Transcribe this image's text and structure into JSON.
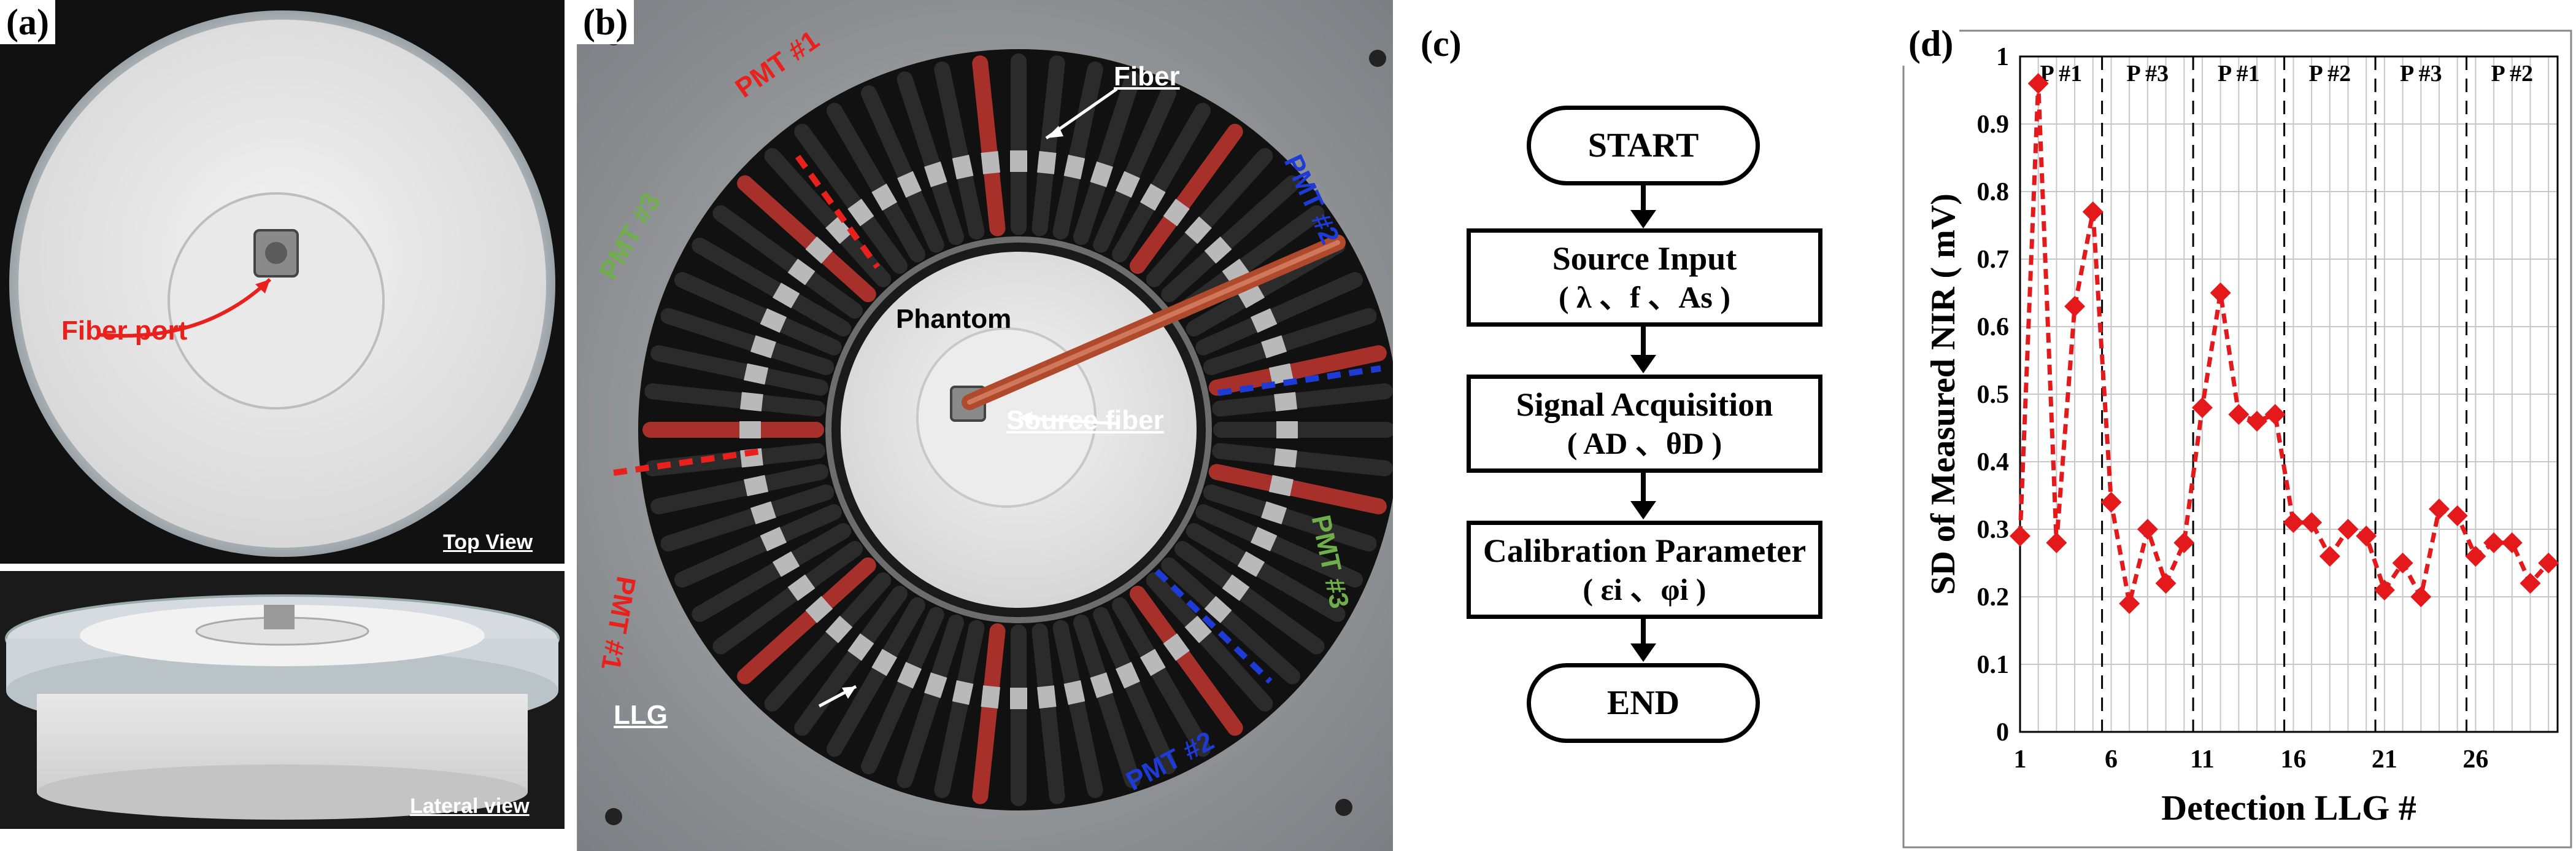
{
  "panels": {
    "a": {
      "label": "(a)",
      "top_view_label": "Top View",
      "lateral_view_label": "Lateral view",
      "fiber_port_label": "Fiber port"
    },
    "b": {
      "label": "(b)",
      "pmt_labels": {
        "pmt1_top": "PMT #1",
        "pmt3_left": "PMT #3",
        "pmt2_right": "PMT #2",
        "pmt3_right": "PMT #3",
        "pmt1_left": "PMT #1",
        "pmt2_bottom": "PMT #2"
      },
      "fiber_label": "Fiber",
      "phantom_label": "Phantom",
      "source_fiber_label": "Source fiber",
      "llg_label": "LLG"
    },
    "c": {
      "label": "(c)",
      "start": "START",
      "source_input": "Source Input",
      "source_input_params": "( λ 、f 、As )",
      "signal_acquisition": "Signal Acquisition",
      "signal_acquisition_params": "( AD 、θD )",
      "calibration_parameter": "Calibration Parameter",
      "calibration_parameter_params": "( εi 、φi )",
      "end": "END"
    },
    "d": {
      "label": "(d)"
    }
  },
  "colors": {
    "red": "#e8211d",
    "blue": "#1f3bd6",
    "green": "#6fae4a",
    "marker": "#e3191c"
  },
  "chart_data": {
    "type": "line",
    "xlabel": "Detection LLG #",
    "ylabel": "SD of Measured NIR ( mV)",
    "x": [
      1,
      2,
      3,
      4,
      5,
      6,
      7,
      8,
      9,
      10,
      11,
      12,
      13,
      14,
      15,
      16,
      17,
      18,
      19,
      20,
      21,
      22,
      23,
      24,
      25,
      26,
      27,
      28,
      29,
      30
    ],
    "values": [
      0.29,
      0.96,
      0.28,
      0.63,
      0.77,
      0.34,
      0.19,
      0.3,
      0.22,
      0.28,
      0.48,
      0.65,
      0.47,
      0.46,
      0.47,
      0.31,
      0.31,
      0.26,
      0.3,
      0.29,
      0.21,
      0.25,
      0.2,
      0.33,
      0.32,
      0.26,
      0.28,
      0.28,
      0.22,
      0.25
    ],
    "xticks": [
      1,
      6,
      11,
      16,
      21,
      26
    ],
    "yticks": [
      0,
      0.1,
      0.2,
      0.3,
      0.4,
      0.5,
      0.6,
      0.7,
      0.8,
      0.9,
      1
    ],
    "xlim": [
      1,
      30.5
    ],
    "ylim": [
      0,
      1
    ],
    "grid": true,
    "group_boundaries": [
      5.5,
      10.5,
      15.5,
      20.5,
      25.5
    ],
    "group_labels": [
      {
        "label": "P #1",
        "x": 3.25
      },
      {
        "label": "P #3",
        "x": 8
      },
      {
        "label": "P #1",
        "x": 13
      },
      {
        "label": "P #2",
        "x": 18
      },
      {
        "label": "P #3",
        "x": 23
      },
      {
        "label": "P #2",
        "x": 28
      }
    ],
    "line_style": "dashed",
    "marker": "diamond"
  }
}
